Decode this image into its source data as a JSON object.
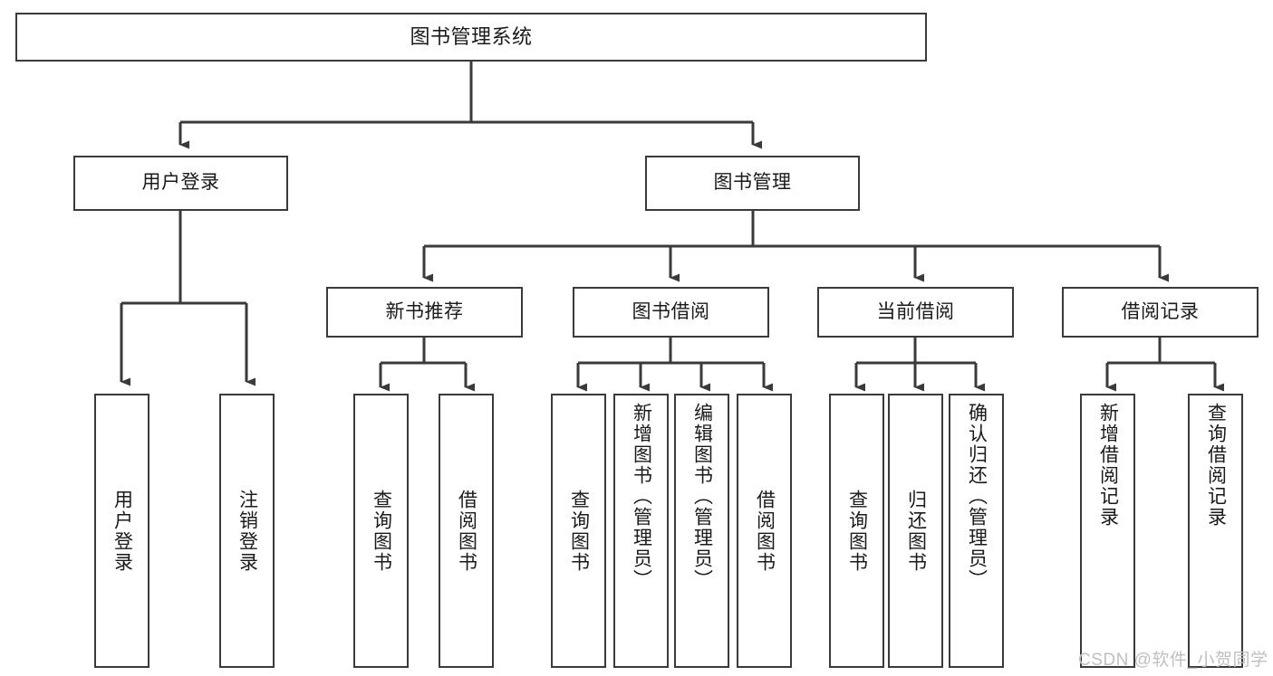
{
  "diagram": {
    "title": "图书管理系统",
    "type": "tree-hierarchy-chart",
    "watermark": "CSDN @软件_小贺同学",
    "colors": {
      "box_border": "#3a3a3a",
      "box_fill": "#ffffff",
      "connector": "#3a3a3a",
      "text": "#1a1a1a",
      "watermark": "#bfbfbf",
      "background": "#ffffff"
    },
    "levels": {
      "root": "图书管理系统",
      "level1": [
        "用户登录",
        "图书管理"
      ],
      "level2": [
        "新书推荐",
        "图书借阅",
        "当前借阅",
        "借阅记录"
      ]
    },
    "nodes": {
      "root": {
        "label": "图书管理系统"
      },
      "user_login": {
        "label": "用户登录"
      },
      "book_manage": {
        "label": "图书管理"
      },
      "new_book_rec": {
        "label": "新书推荐"
      },
      "book_borrow": {
        "label": "图书借阅"
      },
      "current_borrow": {
        "label": "当前借阅"
      },
      "borrow_record": {
        "label": "借阅记录"
      },
      "leaf_user_login": {
        "label": "用户登录"
      },
      "leaf_logout": {
        "label": "注销登录"
      },
      "leaf_query_book_1": {
        "label": "查询图书"
      },
      "leaf_borrow_book_1": {
        "label": "借阅图书"
      },
      "leaf_query_book_2": {
        "label": "查询图书"
      },
      "leaf_add_book_admin": {
        "label": "新增图书（管理员）"
      },
      "leaf_edit_book_admin": {
        "label": "编辑图书（管理员）"
      },
      "leaf_borrow_book_2": {
        "label": "借阅图书"
      },
      "leaf_query_book_3": {
        "label": "查询图书"
      },
      "leaf_return_book": {
        "label": "归还图书"
      },
      "leaf_confirm_return_admin": {
        "label": "确认归还（管理员）"
      },
      "leaf_add_borrow_record": {
        "label": "新增借阅记录"
      },
      "leaf_query_borrow_record": {
        "label": "查询借阅记录"
      }
    },
    "edges": [
      {
        "from": "root",
        "to": "user_login"
      },
      {
        "from": "root",
        "to": "book_manage"
      },
      {
        "from": "user_login",
        "to": "leaf_user_login"
      },
      {
        "from": "user_login",
        "to": "leaf_logout"
      },
      {
        "from": "book_manage",
        "to": "new_book_rec"
      },
      {
        "from": "book_manage",
        "to": "book_borrow"
      },
      {
        "from": "book_manage",
        "to": "current_borrow"
      },
      {
        "from": "book_manage",
        "to": "borrow_record"
      },
      {
        "from": "new_book_rec",
        "to": "leaf_query_book_1"
      },
      {
        "from": "new_book_rec",
        "to": "leaf_borrow_book_1"
      },
      {
        "from": "book_borrow",
        "to": "leaf_query_book_2"
      },
      {
        "from": "book_borrow",
        "to": "leaf_add_book_admin"
      },
      {
        "from": "book_borrow",
        "to": "leaf_edit_book_admin"
      },
      {
        "from": "book_borrow",
        "to": "leaf_borrow_book_2"
      },
      {
        "from": "current_borrow",
        "to": "leaf_query_book_3"
      },
      {
        "from": "current_borrow",
        "to": "leaf_return_book"
      },
      {
        "from": "current_borrow",
        "to": "leaf_confirm_return_admin"
      },
      {
        "from": "borrow_record",
        "to": "leaf_add_borrow_record"
      },
      {
        "from": "borrow_record",
        "to": "leaf_query_borrow_record"
      }
    ]
  }
}
